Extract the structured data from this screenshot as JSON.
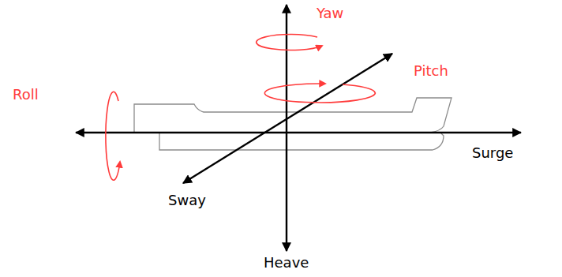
{
  "diagram": {
    "labels": [
      "Yaw",
      "Pitch",
      "Roll",
      "Surge",
      "Sway",
      "Heave"
    ]
  }
}
